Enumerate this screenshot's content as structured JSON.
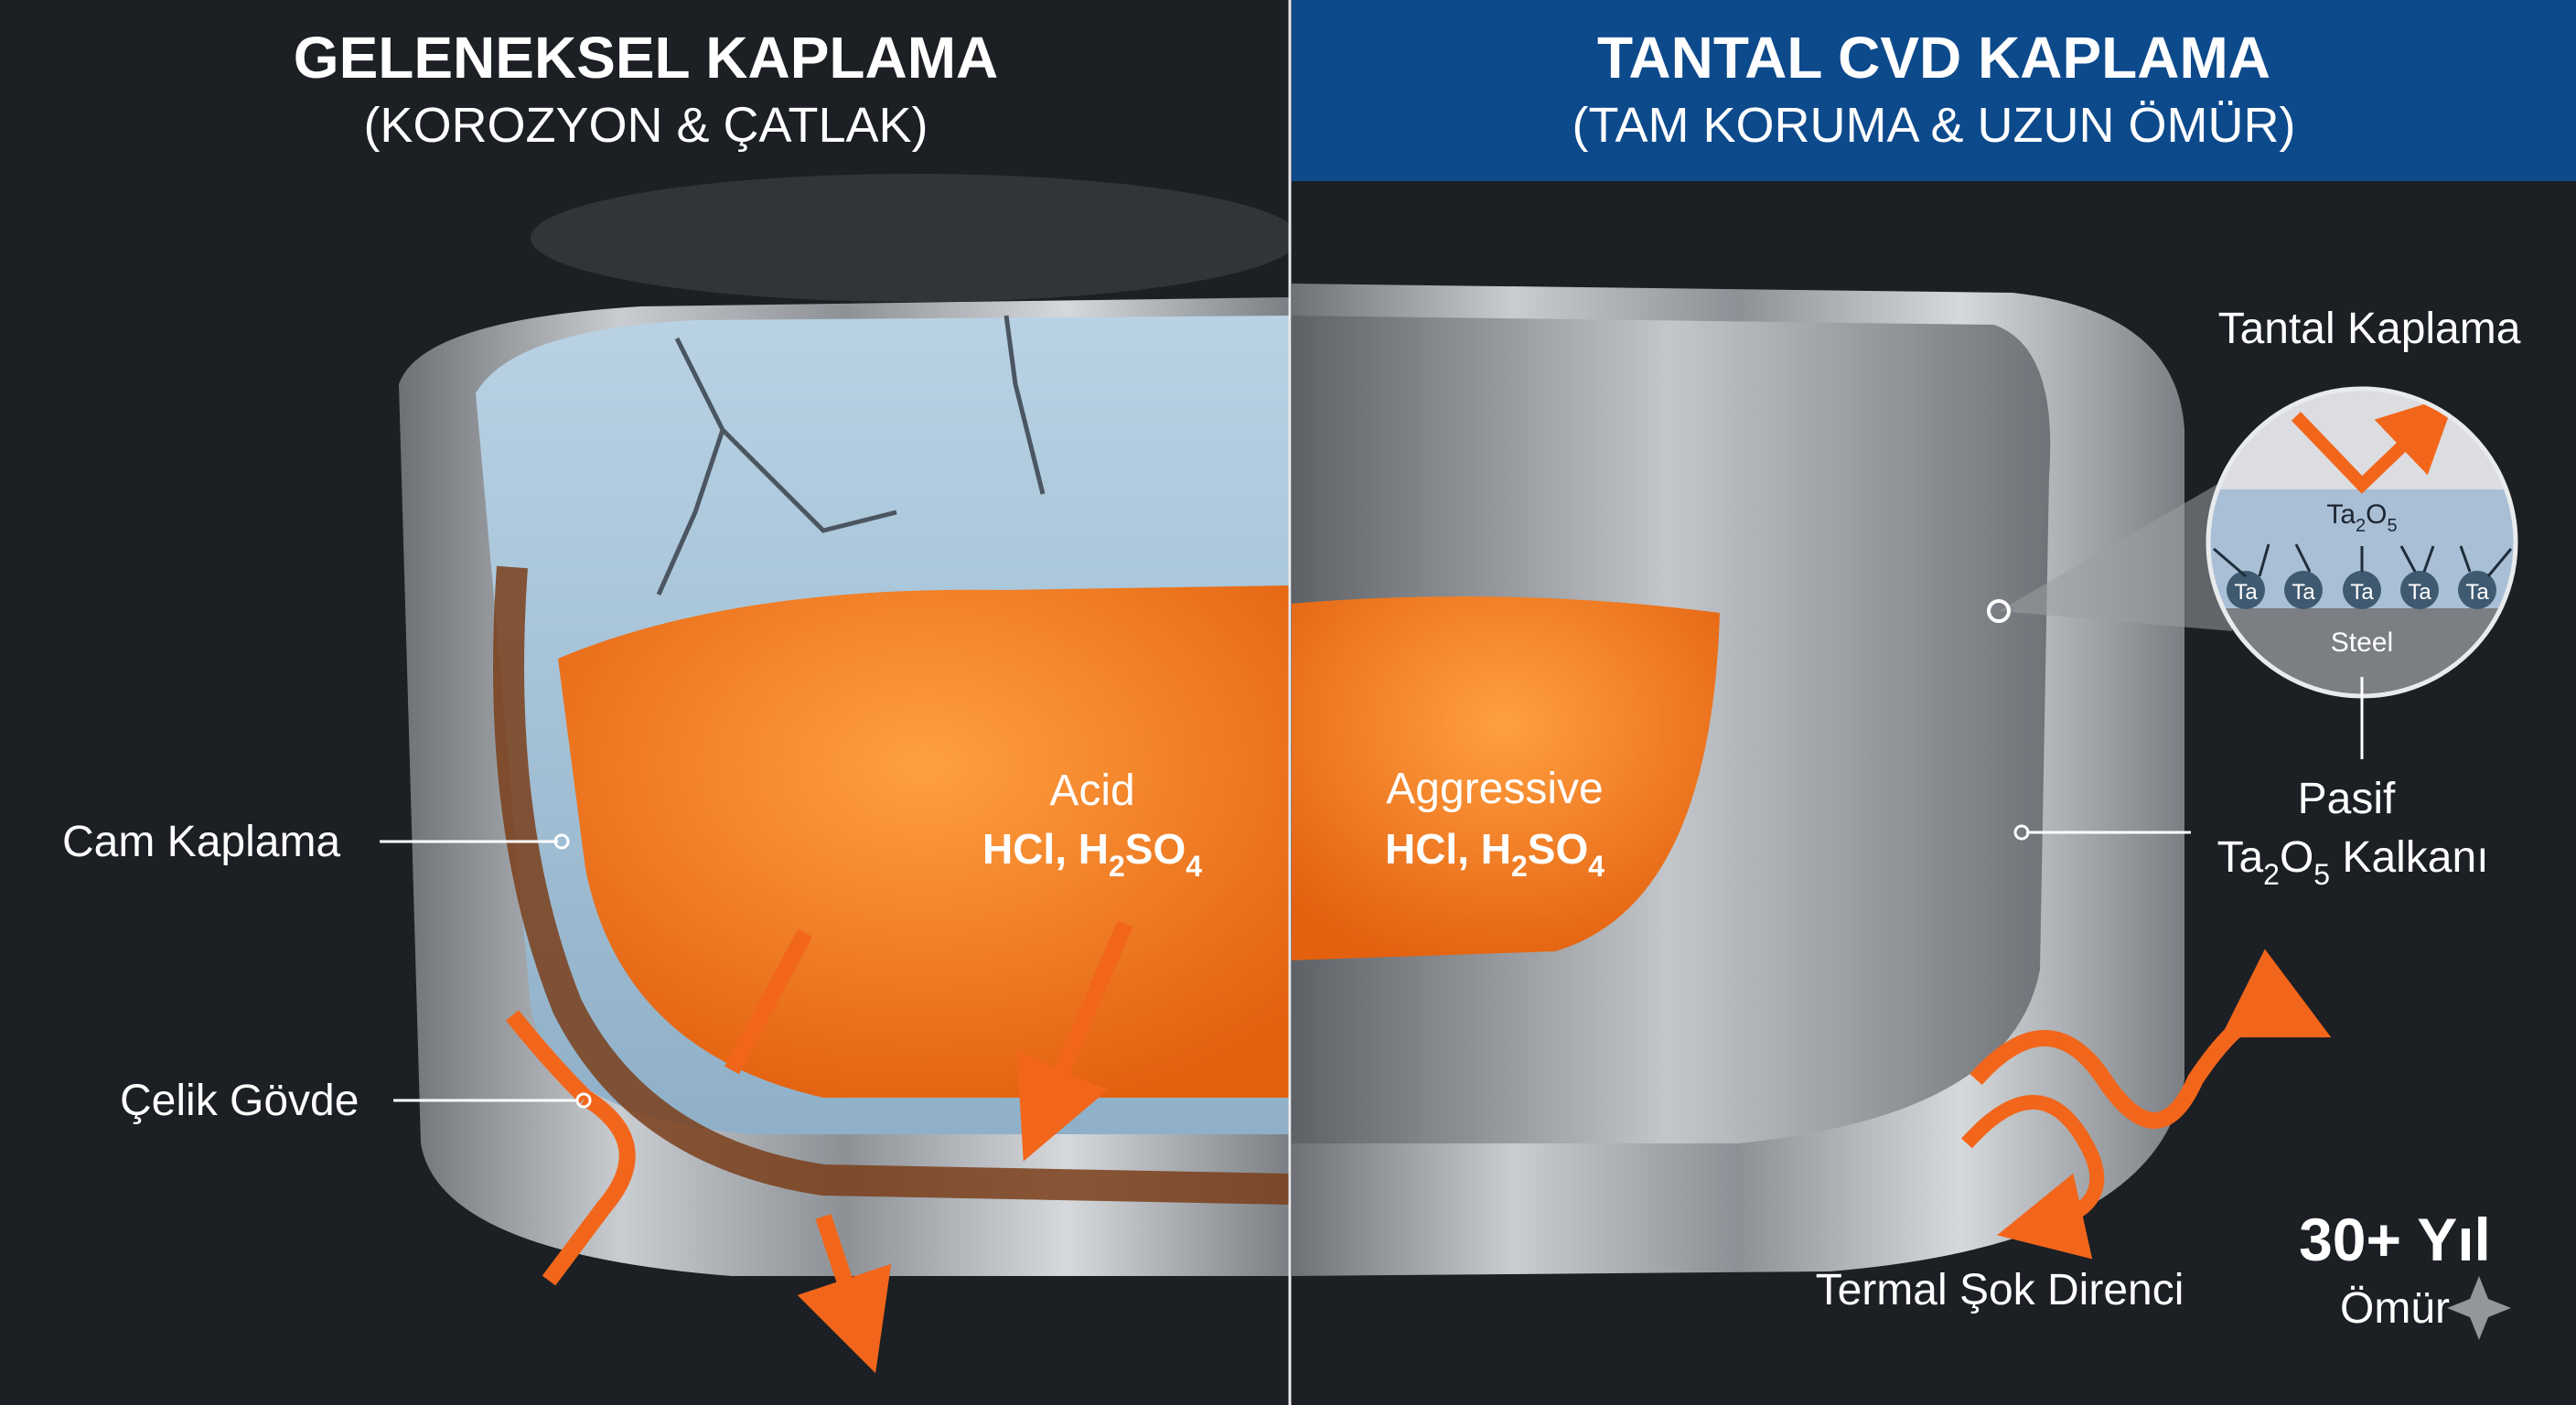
{
  "left": {
    "title": "GELENEKSEL KAPLAMA",
    "subtitle": "(KOROZYON & ÇATLAK)",
    "labels": {
      "glass": "Cam Kaplama",
      "steel": "Çelik Gövde",
      "acid": "Acid",
      "chem_a": "HCl, H",
      "chem_sub1": "2",
      "chem_b": "SO",
      "chem_sub2": "4"
    }
  },
  "right": {
    "title": "TANTAL CVD KAPLAMA",
    "subtitle": "(TAM KORUMA & UZUN ÖMÜR)",
    "labels": {
      "tantal": "Tantal Kaplama",
      "aggressive": "Aggressive",
      "chem_a": "HCl, H",
      "chem_sub1": "2",
      "chem_b": "SO",
      "chem_sub2": "4",
      "pasif": "Pasif",
      "shield_a": "Ta",
      "shield_sub1": "2",
      "shield_b": "O",
      "shield_sub2": "5",
      "shield_c": " Kalkanı",
      "thermal": "Termal Şok Direnci",
      "years": "30+ Yıl",
      "life": "Ömür"
    },
    "inset": {
      "oxide_a": "Ta",
      "oxide_sub1": "2",
      "oxide_b": "O",
      "oxide_sub2": "5",
      "atoms": [
        "Ta",
        "Ta",
        "Ta",
        "Ta",
        "Ta"
      ],
      "base": "Steel"
    }
  },
  "colors": {
    "background": "#1c1f24",
    "header_blue": "#0d4a8c",
    "acid_orange": "#f07a1e",
    "arrow_orange": "#f2661c"
  }
}
